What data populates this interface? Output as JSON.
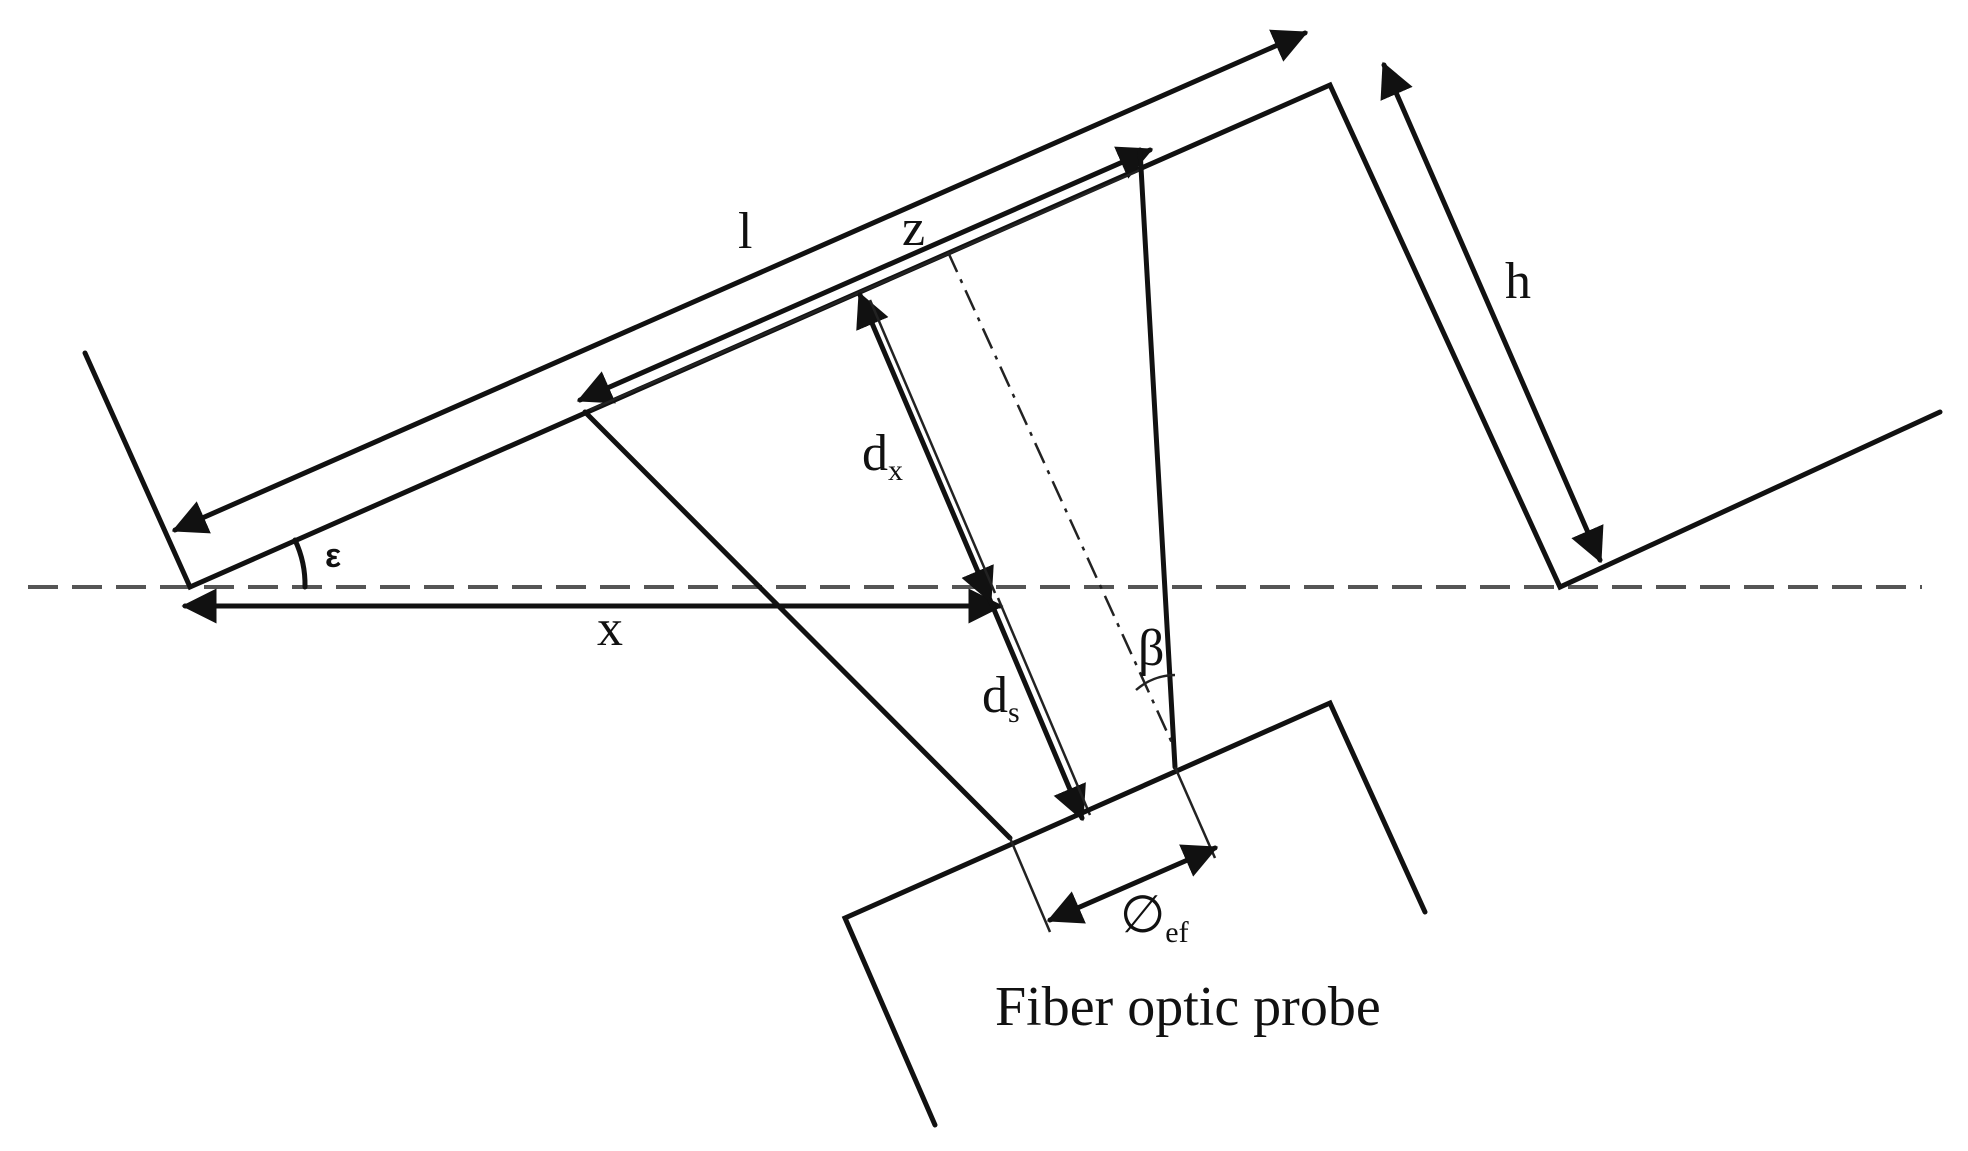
{
  "diagram": {
    "labels": {
      "l": "l",
      "z": "z",
      "h": "h",
      "epsilon": "ε",
      "x": "x",
      "dx_main": "d",
      "dx_sub": "x",
      "ds_main": "d",
      "ds_sub": "s",
      "beta": "β",
      "phi_main": "∅",
      "phi_sub": "ef",
      "probe": "Fiber optic probe"
    },
    "colors": {
      "stroke": "#111111",
      "axis": "#555555",
      "background": "#ffffff"
    }
  }
}
